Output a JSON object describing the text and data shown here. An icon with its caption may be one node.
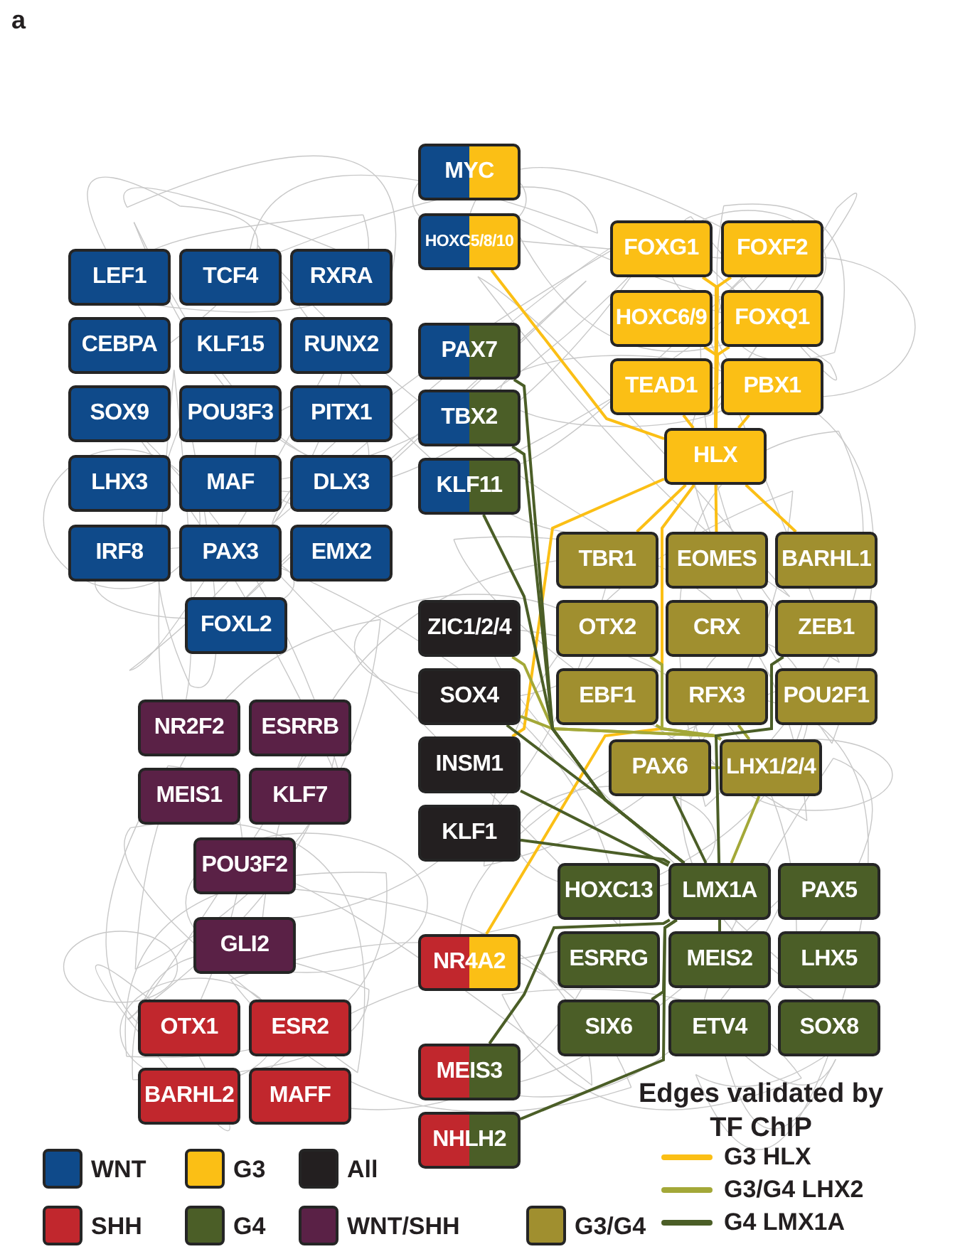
{
  "diagram": {
    "nodes": [
      {
        "text": [
          "LEF1"
        ]
      },
      {
        "text": [
          "TCF4"
        ]
      },
      {
        "text": [
          "RXRA"
        ]
      },
      {
        "text": [
          "CEBPA"
        ]
      },
      {
        "text": [
          "KLF15"
        ]
      },
      {
        "text": [
          "RUNX2"
        ]
      },
      {
        "text": [
          "SOX9"
        ]
      },
      {
        "text": [
          "POU3F3"
        ]
      },
      {
        "text": [
          "PITX1"
        ]
      },
      {
        "text": [
          "LHX3"
        ]
      },
      {
        "text": [
          "MAF"
        ]
      },
      {
        "text": [
          "DLX3"
        ]
      },
      {
        "text": [
          "IRF8"
        ]
      },
      {
        "text": [
          "PAX3"
        ]
      },
      {
        "text": [
          "EMX2"
        ]
      },
      {
        "text": [
          "FOXL2"
        ]
      },
      {
        "text": [
          "MYC"
        ]
      },
      {
        "text": [
          "HOXC5/8/10"
        ]
      },
      {
        "text": [
          "PAX7"
        ]
      },
      {
        "text": [
          "TBX2"
        ]
      },
      {
        "text": [
          "KLF11"
        ]
      },
      {
        "text": [
          "ZIC1/2/4"
        ]
      },
      {
        "text": [
          "SOX4"
        ]
      },
      {
        "text": [
          "INSM1"
        ]
      },
      {
        "text": [
          "KLF1"
        ]
      },
      {
        "text": [
          "NR4A2"
        ]
      },
      {
        "text": [
          "MEIS3"
        ]
      },
      {
        "text": [
          "NHLH2"
        ]
      },
      {
        "text": [
          "FOXG1"
        ]
      },
      {
        "text": [
          "FOXF2"
        ]
      },
      {
        "text": [
          "HOXC6/9"
        ]
      },
      {
        "text": [
          "FOXQ1"
        ]
      },
      {
        "text": [
          "TEAD1"
        ]
      },
      {
        "text": [
          "PBX1"
        ]
      },
      {
        "text": [
          "HLX"
        ]
      },
      {
        "text": [
          "TBR1"
        ]
      },
      {
        "text": [
          "EOMES"
        ]
      },
      {
        "text": [
          "BARHL1"
        ]
      },
      {
        "text": [
          "OTX2"
        ]
      },
      {
        "text": [
          "CRX"
        ]
      },
      {
        "text": [
          "ZEB1"
        ]
      },
      {
        "text": [
          "EBF1"
        ]
      },
      {
        "text": [
          "RFX3"
        ]
      },
      {
        "text": [
          "POU2F1"
        ]
      },
      {
        "text": [
          "PAX6"
        ]
      },
      {
        "text": [
          "LHX1/2/4"
        ]
      },
      {
        "text": [
          "HOXC13"
        ]
      },
      {
        "text": [
          "LMX1A"
        ]
      },
      {
        "text": [
          "PAX5"
        ]
      },
      {
        "text": [
          "ESRRG"
        ]
      },
      {
        "text": [
          "MEIS2"
        ]
      },
      {
        "text": [
          "LHX5"
        ]
      },
      {
        "text": [
          "SIX6"
        ]
      },
      {
        "text": [
          "ETV4"
        ]
      },
      {
        "text": [
          "SOX8"
        ]
      },
      {
        "text": [
          "NR2F2"
        ]
      },
      {
        "text": [
          "ESRRB"
        ]
      },
      {
        "text": [
          "MEIS1"
        ]
      },
      {
        "text": [
          "KLF7"
        ]
      },
      {
        "text": [
          "POU3F2"
        ]
      },
      {
        "text": [
          "GLI2"
        ]
      },
      {
        "text": [
          "OTX1"
        ]
      },
      {
        "text": [
          "ESR2"
        ]
      },
      {
        "text": [
          "BARHL2"
        ]
      },
      {
        "text": [
          "MAFF"
        ]
      }
    ],
    "edges": [
      {
        "from": 34,
        "to": 28,
        "arrow": "none",
        "color": "#fbbf15"
      },
      {
        "from": 34,
        "to": 29,
        "arrow": "none",
        "color": "#fbbf15"
      },
      {
        "from": 34,
        "to": 30,
        "arrow": "none",
        "color": "#fbbf15"
      },
      {
        "from": 34,
        "to": 31,
        "arrow": "none",
        "color": "#fbbf15"
      },
      {
        "from": 34,
        "to": 32,
        "arrow": "none",
        "color": "#fbbf15"
      },
      {
        "from": 34,
        "to": 33,
        "arrow": "none",
        "color": "#fbbf15"
      },
      {
        "from": 34,
        "to": 17,
        "arrow": "none",
        "color": "#fbbf15"
      },
      {
        "from": 34,
        "to": 35,
        "arrow": "none",
        "color": "#fbbf15"
      },
      {
        "from": 34,
        "to": 36,
        "arrow": "none",
        "color": "#fbbf15"
      },
      {
        "from": 34,
        "to": 37,
        "arrow": "none",
        "color": "#fbbf15"
      },
      {
        "from": 34,
        "to": 23,
        "arrow": "none",
        "color": "#fbbf15"
      },
      {
        "from": 34,
        "to": 25,
        "arrow": "none",
        "color": "#fbbf15"
      },
      {
        "from": 45,
        "to": 38,
        "arrow": "none",
        "color": "#a3a838"
      },
      {
        "from": 45,
        "to": 41,
        "arrow": "none",
        "color": "#a3a838"
      },
      {
        "from": 45,
        "to": 42,
        "arrow": "none",
        "color": "#a3a838"
      },
      {
        "from": 45,
        "to": 21,
        "arrow": "none",
        "color": "#a3a838"
      },
      {
        "from": 45,
        "to": 22,
        "arrow": "none",
        "color": "#a3a838"
      },
      {
        "from": 45,
        "to": 44,
        "arrow": "none",
        "color": "#a3a838"
      },
      {
        "from": 45,
        "to": 47,
        "arrow": "none",
        "color": "#a3a838"
      },
      {
        "from": 47,
        "to": 18,
        "arrow": "none",
        "color": "#4b5e27"
      },
      {
        "from": 47,
        "to": 19,
        "arrow": "none",
        "color": "#4b5e27"
      },
      {
        "from": 47,
        "to": 20,
        "arrow": "none",
        "color": "#4b5e27"
      },
      {
        "from": 47,
        "to": 22,
        "arrow": "none",
        "color": "#4b5e27"
      },
      {
        "from": 47,
        "to": 23,
        "arrow": "none",
        "color": "#4b5e27"
      },
      {
        "from": 47,
        "to": 24,
        "arrow": "none",
        "color": "#4b5e27"
      },
      {
        "from": 47,
        "to": 26,
        "arrow": "none",
        "color": "#4b5e27"
      },
      {
        "from": 47,
        "to": 27,
        "arrow": "none",
        "color": "#4b5e27"
      },
      {
        "from": 47,
        "to": 44,
        "arrow": "none",
        "color": "#4b5e27"
      },
      {
        "from": 47,
        "to": 52,
        "arrow": "none",
        "color": "#4b5e27"
      },
      {
        "from": 47,
        "to": 50,
        "arrow": "none",
        "color": "#4b5e27"
      },
      {
        "from": 47,
        "to": 40,
        "arrow": "none",
        "color": "#4b5e27"
      }
    ],
    "labels": [
      "a",
      "Edges validated by TF ChIP"
    ],
    "legend": [
      {
        "text": "WNT",
        "color": "#0f4a8a"
      },
      {
        "text": "G3",
        "color": "#fbbf15"
      },
      {
        "text": "All",
        "color": "#231f20"
      },
      {
        "text": "SHH",
        "color": "#c1272d"
      },
      {
        "text": "G4",
        "color": "#4b5e27"
      },
      {
        "text": "WNT/SHH",
        "color": "#5a2146"
      },
      {
        "text": "G3/G4",
        "color": "#a08f2f"
      },
      {
        "text": "G3 HLX"
      },
      {
        "text": "G3/G4 LHX2"
      },
      {
        "text": "G4 LMX1A"
      }
    ]
  }
}
